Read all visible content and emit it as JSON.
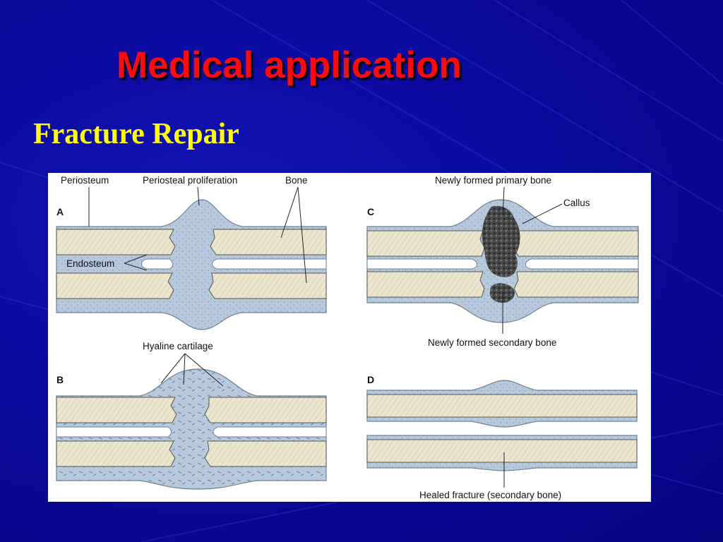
{
  "title": "Medical application",
  "subtitle": "Fracture Repair",
  "figure": {
    "panel_a": "A",
    "panel_b": "B",
    "panel_c": "C",
    "panel_d": "D",
    "periosteum": "Periosteum",
    "periosteal_proliferation": "Periosteal proliferation",
    "bone": "Bone",
    "endosteum": "Endosteum",
    "hyaline_cartilage": "Hyaline cartilage",
    "newly_formed_primary_bone": "Newly formed primary bone",
    "callus": "Callus",
    "newly_formed_secondary_bone": "Newly formed secondary bone",
    "healed_fracture": "Healed fracture (secondary bone)"
  },
  "colors": {
    "background": "#0a0a9e",
    "title": "#ff0a0a",
    "subtitle": "#ffff00",
    "bone": "#ece6cf",
    "tissue": "#b7c9dc",
    "periosteum": "#6f8294"
  }
}
